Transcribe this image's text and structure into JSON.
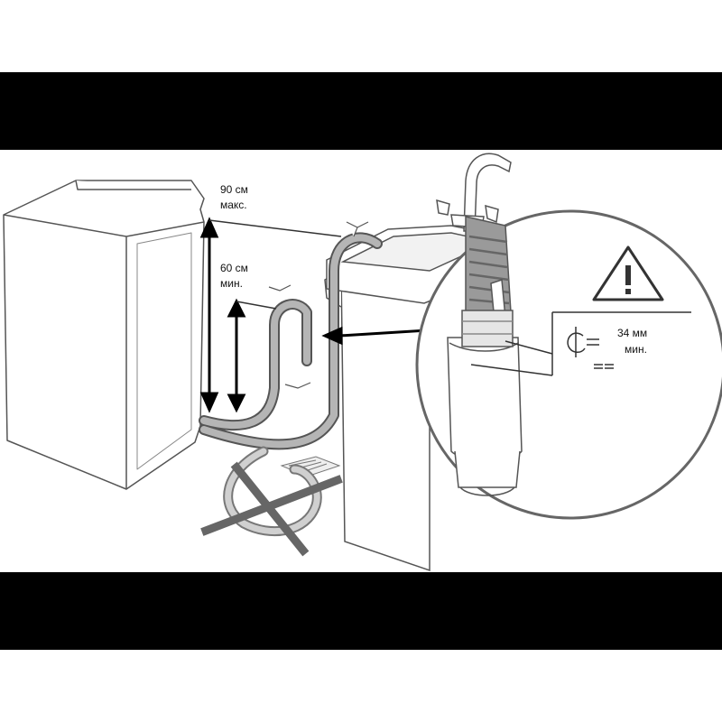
{
  "labels": {
    "max_height_value": "90 см",
    "max_height_note": "макс.",
    "min_height_value": "60 см",
    "min_height_note": "мин.",
    "gap_value": "34 мм",
    "gap_note": "мин."
  },
  "icons": {
    "warning": "warning-triangle-icon",
    "prohibited": "x-cross-icon"
  },
  "colors": {
    "background": "#ffffff",
    "bands": "#000000",
    "line": "#333333",
    "hose": "#8a8a8a",
    "cross": "#666666"
  }
}
